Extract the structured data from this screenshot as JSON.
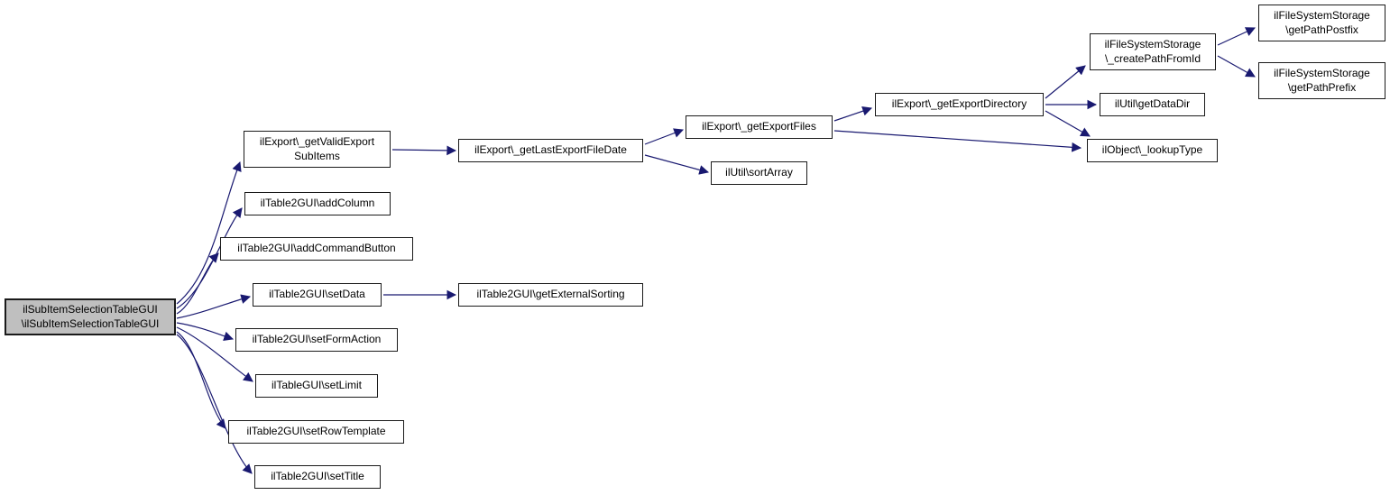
{
  "diagram": {
    "kind": "call-graph",
    "background_color": "#ffffff",
    "edge_color": "#191970",
    "node_fill_color": "#ffffff",
    "node_border_color": "#1a1a1a",
    "root_node_fill_color": "#bfbfbf",
    "text_color": "#000000"
  },
  "nodes": [
    {
      "id": "root",
      "label": "ilSubItemSelectionTableGUI\n\\ilSubItemSelectionTableGUI",
      "role": "root"
    },
    {
      "id": "getValidExportSubItems",
      "label": "ilExport\\_getValidExport\nSubItems"
    },
    {
      "id": "addColumn",
      "label": "ilTable2GUI\\addColumn"
    },
    {
      "id": "addCommandButton",
      "label": "ilTable2GUI\\addCommandButton"
    },
    {
      "id": "setData",
      "label": "ilTable2GUI\\setData"
    },
    {
      "id": "setFormAction",
      "label": "ilTable2GUI\\setFormAction"
    },
    {
      "id": "setLimit",
      "label": "ilTableGUI\\setLimit"
    },
    {
      "id": "setRowTemplate",
      "label": "ilTable2GUI\\setRowTemplate"
    },
    {
      "id": "setTitle",
      "label": "ilTable2GUI\\setTitle"
    },
    {
      "id": "getLastExportFileDate",
      "label": "ilExport\\_getLastExportFileDate"
    },
    {
      "id": "getExternalSorting",
      "label": "ilTable2GUI\\getExternalSorting"
    },
    {
      "id": "getExportFiles",
      "label": "ilExport\\_getExportFiles"
    },
    {
      "id": "sortArray",
      "label": "ilUtil\\sortArray"
    },
    {
      "id": "getExportDirectory",
      "label": "ilExport\\_getExportDirectory"
    },
    {
      "id": "createPathFromId",
      "label": "ilFileSystemStorage\n\\_createPathFromId"
    },
    {
      "id": "getDataDir",
      "label": "ilUtil\\getDataDir"
    },
    {
      "id": "lookupType",
      "label": "ilObject\\_lookupType"
    },
    {
      "id": "getPathPostfix",
      "label": "ilFileSystemStorage\n\\getPathPostfix"
    },
    {
      "id": "getPathPrefix",
      "label": "ilFileSystemStorage\n\\getPathPrefix"
    }
  ],
  "edges": [
    {
      "from": "root",
      "to": "getValidExportSubItems"
    },
    {
      "from": "root",
      "to": "addColumn"
    },
    {
      "from": "root",
      "to": "addCommandButton"
    },
    {
      "from": "root",
      "to": "setData"
    },
    {
      "from": "root",
      "to": "setFormAction"
    },
    {
      "from": "root",
      "to": "setLimit"
    },
    {
      "from": "root",
      "to": "setRowTemplate"
    },
    {
      "from": "root",
      "to": "setTitle"
    },
    {
      "from": "getValidExportSubItems",
      "to": "getLastExportFileDate"
    },
    {
      "from": "getLastExportFileDate",
      "to": "getExportFiles"
    },
    {
      "from": "getLastExportFileDate",
      "to": "sortArray"
    },
    {
      "from": "setData",
      "to": "getExternalSorting"
    },
    {
      "from": "getExportFiles",
      "to": "getExportDirectory"
    },
    {
      "from": "getExportFiles",
      "to": "lookupType"
    },
    {
      "from": "getExportDirectory",
      "to": "createPathFromId"
    },
    {
      "from": "getExportDirectory",
      "to": "getDataDir"
    },
    {
      "from": "getExportDirectory",
      "to": "lookupType"
    },
    {
      "from": "createPathFromId",
      "to": "getPathPostfix"
    },
    {
      "from": "createPathFromId",
      "to": "getPathPrefix"
    }
  ]
}
